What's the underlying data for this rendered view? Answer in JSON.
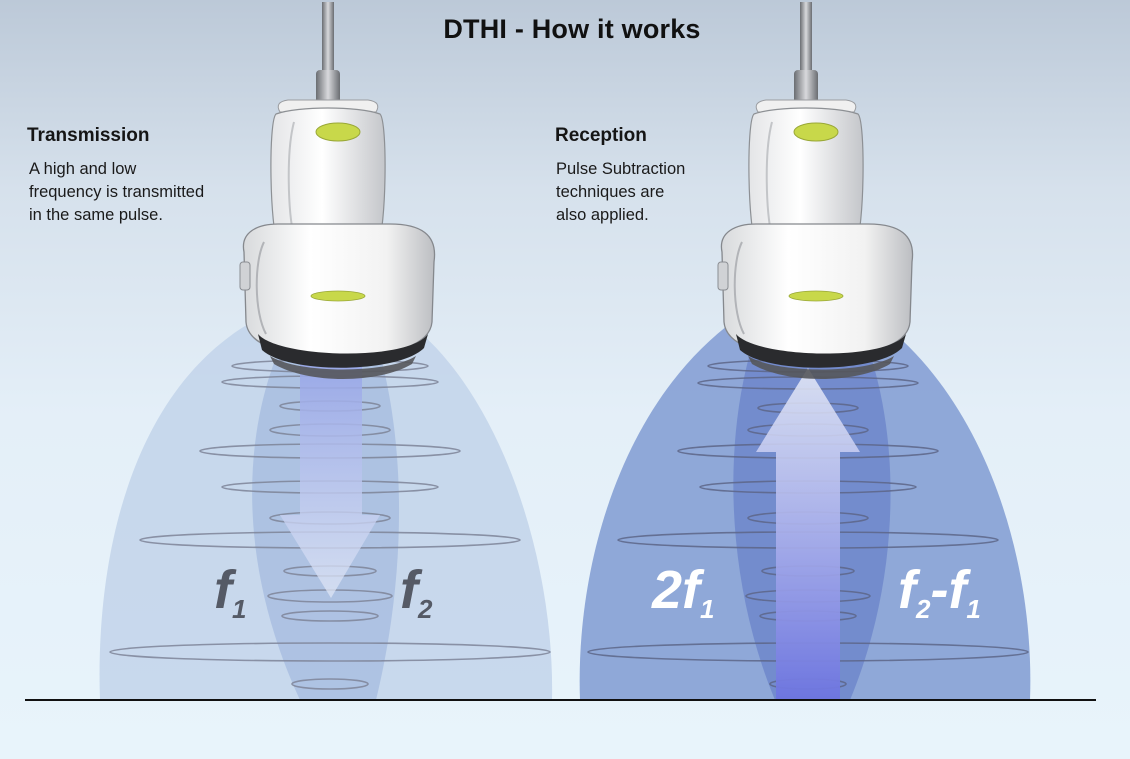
{
  "title": "DTHI - How it works",
  "transmission": {
    "heading": "Transmission",
    "lines": [
      "A high and low",
      "frequency is transmitted",
      "in the same pulse."
    ],
    "labels": {
      "left": {
        "main": "f",
        "sub": "1"
      },
      "right": {
        "main": "f",
        "sub": "2"
      }
    },
    "arrow_direction": "down"
  },
  "reception": {
    "heading": "Reception",
    "lines": [
      "Pulse Subtraction",
      "techniques are",
      "also applied."
    ],
    "labels": {
      "left": {
        "prefix": "2",
        "main": "f",
        "sub": "1"
      },
      "right": {
        "main": "f",
        "sub": "2",
        "mid": "-",
        "main2": "f",
        "sub2": "1"
      }
    },
    "arrow_direction": "up"
  },
  "colors": {
    "probe_indicator": "#c8d84a",
    "outer_beam_left": "#c2d3ea",
    "outer_beam_right": "#8aa3d6",
    "label_dark": "#555a66",
    "label_light": "#ffffff",
    "baseline": "#111111"
  },
  "icons": [
    "ultrasound-probe-icon",
    "ultrasound-probe-icon"
  ]
}
